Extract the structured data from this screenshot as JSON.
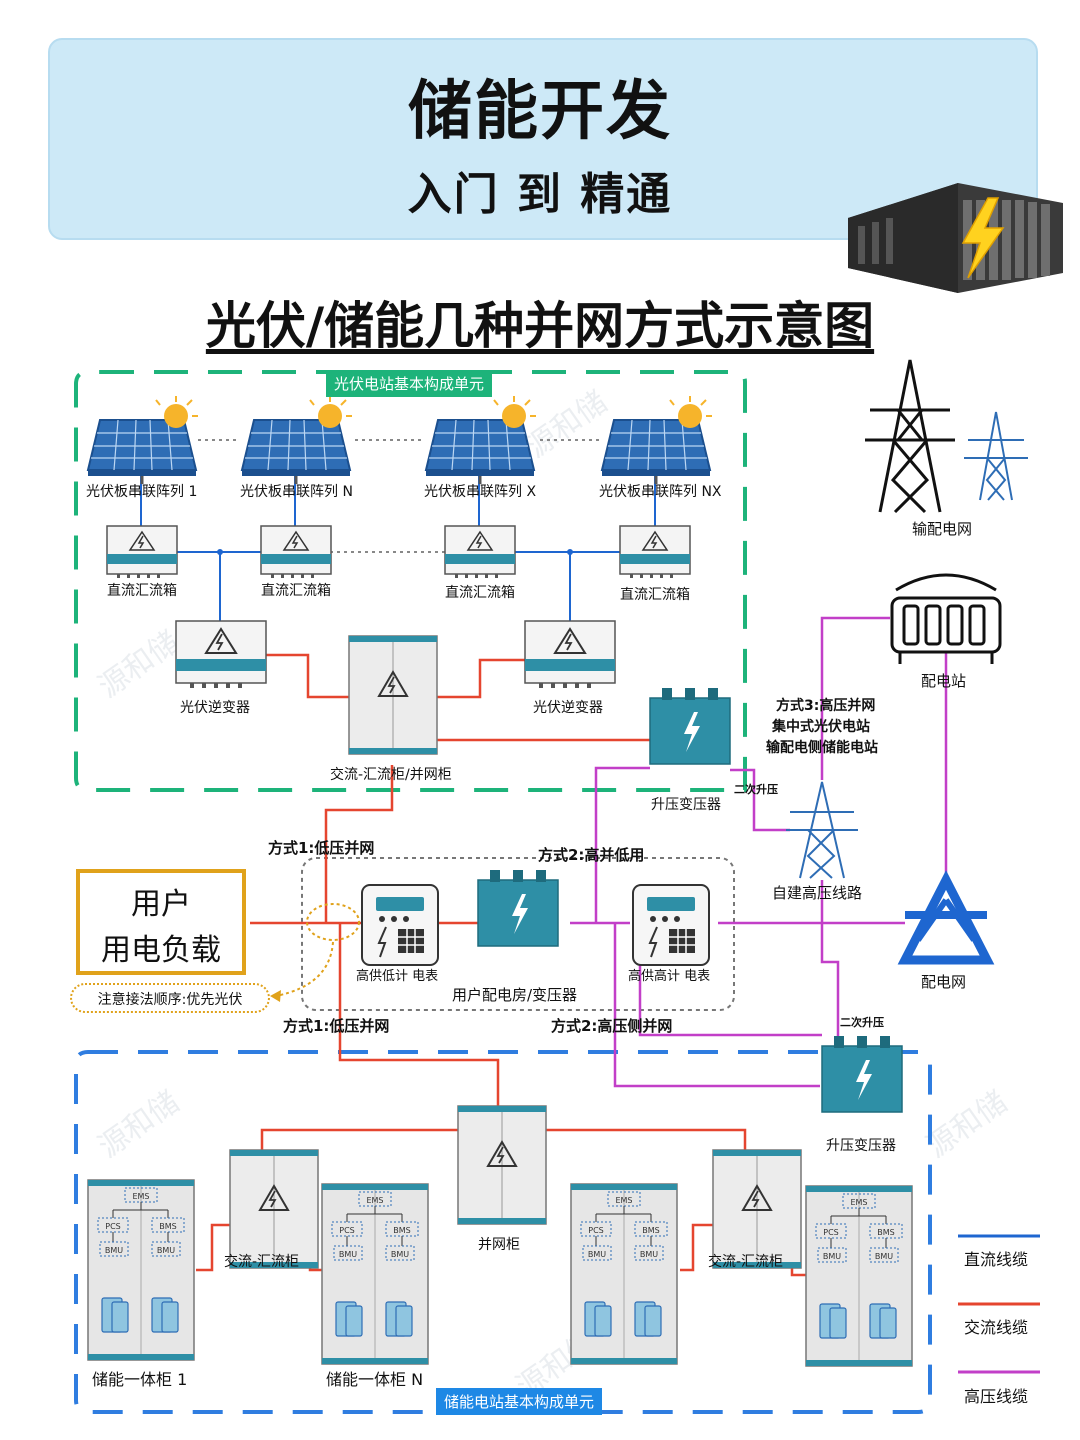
{
  "header": {
    "title": "储能开发",
    "subtitle": "入门 到 精通"
  },
  "main_title": "光伏/储能几种并网方式示意图",
  "watermark": "源和储",
  "pv_unit": {
    "tag": "光伏电站基本构成单元",
    "panels": [
      "光伏板串联阵列 1",
      "光伏板串联阵列 N",
      "光伏板串联阵列 X",
      "光伏板串联阵列 NX"
    ],
    "combiners": [
      "直流汇流箱",
      "直流汇流箱",
      "直流汇流箱",
      "直流汇流箱"
    ],
    "inverters": [
      "光伏逆变器",
      "光伏逆变器"
    ],
    "ac_cabinet": "交流-汇流柜/并网柜",
    "step_up": "升压变压器",
    "second_step": "二次升压"
  },
  "grid": {
    "transmission": "输配电网",
    "substation": "配电站",
    "mode3": [
      "方式3:高压并网",
      "集中式光伏电站",
      "输配电侧储能电站"
    ],
    "self_line": "自建高压线路",
    "distribution": "配电网"
  },
  "middle": {
    "mode1_top": "方式1:低压并网",
    "mode2_top": "方式2:高并低用",
    "mode1_bottom": "方式1:低压并网",
    "mode2_bottom": "方式2:高压侧并网",
    "user_l1": "用户",
    "user_l2": "用电负载",
    "note": "注意接法顺序:优先光伏",
    "meter_low": "高供低计 电表",
    "user_room": "用户配电房/变压器",
    "meter_high": "高供高计 电表"
  },
  "storage_unit": {
    "tag": "储能电站基本构成单元",
    "second_step": "二次升压",
    "step_up": "升压变压器",
    "grid_cabinet": "并网柜",
    "ac_combiners": [
      "交流-汇流柜",
      "交流-汇流柜"
    ],
    "cabinets": [
      "储能一体柜 1",
      "储能一体柜 N"
    ],
    "ems": "EMS",
    "pcs": "PCS",
    "bms": "BMS",
    "bmu": "BMU"
  },
  "legend": {
    "dc": "直流线缆",
    "ac": "交流线缆",
    "hv": "高压线缆",
    "colors": {
      "dc": "#1e66d0",
      "ac": "#e5452f",
      "hv": "#c23fc8"
    }
  }
}
